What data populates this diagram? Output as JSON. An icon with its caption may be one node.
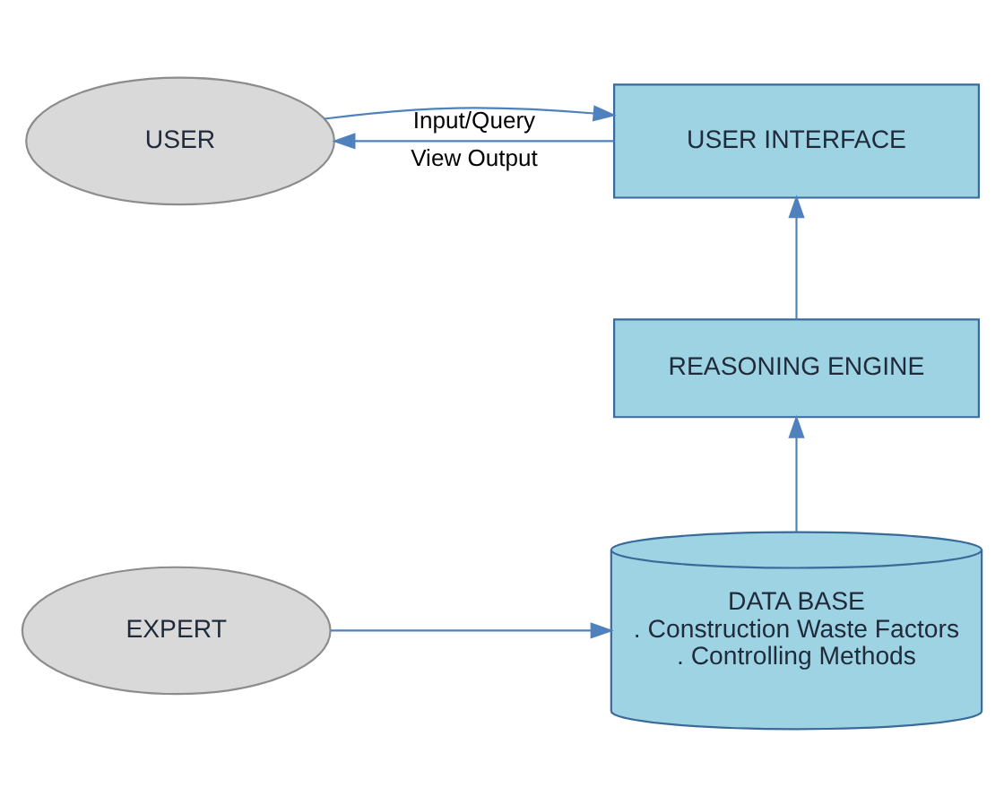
{
  "diagram": {
    "nodes": [
      {
        "text": [
          "USER"
        ]
      },
      {
        "text": [
          "USER INTERFACE"
        ]
      },
      {
        "text": [
          "REASONING ENGINE"
        ]
      },
      {
        "text": [
          "EXPERT"
        ]
      },
      {
        "text": [
          "DATA BASE",
          ". Construction Waste Factors",
          ". Controlling Methods"
        ]
      }
    ],
    "edges": [
      {
        "from": 0,
        "to": 1,
        "arrow": "to",
        "label": "Input/Query"
      },
      {
        "from": 1,
        "to": 0,
        "arrow": "to",
        "label": "View Output"
      },
      {
        "from": 2,
        "to": 1,
        "arrow": "to"
      },
      {
        "from": 4,
        "to": 2,
        "arrow": "to"
      },
      {
        "from": 3,
        "to": 4,
        "arrow": "to"
      }
    ]
  }
}
